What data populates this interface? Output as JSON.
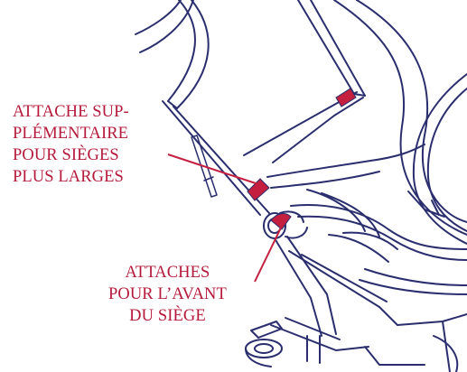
{
  "diagram": {
    "colors": {
      "accent": "#c41f3e",
      "linework": "#2a2e6e",
      "background": "#ffffff"
    },
    "labels": {
      "extra_attachment": {
        "lines": [
          "ATTACHE SUP-",
          "PLÉMENTAIRE",
          "POUR SIÈGES",
          "PLUS LARGES"
        ]
      },
      "front_attachments": {
        "lines": [
          "ATTACHES",
          "POUR L’AVANT",
          "DU SIÈGE"
        ]
      }
    }
  }
}
